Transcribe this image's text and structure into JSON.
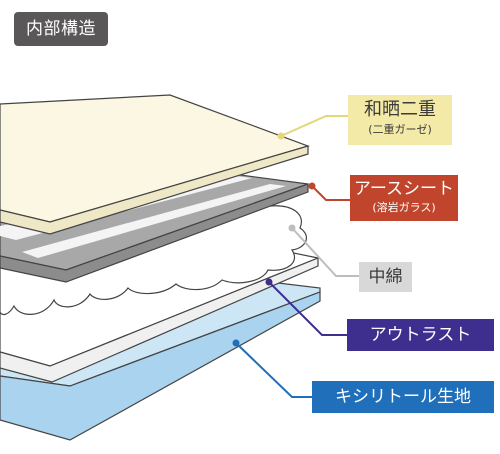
{
  "title": "内部構造",
  "layers": [
    {
      "id": "cotton-gauze",
      "label": "和晒二重",
      "sublabel": "(二重ガーゼ)",
      "color": "#f3eaa8",
      "text_color": "#3b3b3b"
    },
    {
      "id": "earth-sheet",
      "label": "アースシート",
      "sublabel": "(溶岩ガラス)",
      "color": "#c0452c",
      "text_color": "#ffffff"
    },
    {
      "id": "batting",
      "label": "中綿",
      "color": "#d8d8d8",
      "text_color": "#3b3b3b"
    },
    {
      "id": "outlast",
      "label": "アウトラスト",
      "color": "#3e2f8f",
      "text_color": "#ffffff"
    },
    {
      "id": "xylitol",
      "label": "キシリトール生地",
      "color": "#1f6fba",
      "text_color": "#ffffff"
    }
  ],
  "colors": {
    "badge": "#595757",
    "gauze_fill": "#fbf7e3",
    "sheet_fill": "#a8a8a8",
    "sheet_stripe": "#f4f4f4",
    "layer_outline": "#444444",
    "white_layer": "#ffffff",
    "bottom_fill": "#b3d8ef"
  }
}
